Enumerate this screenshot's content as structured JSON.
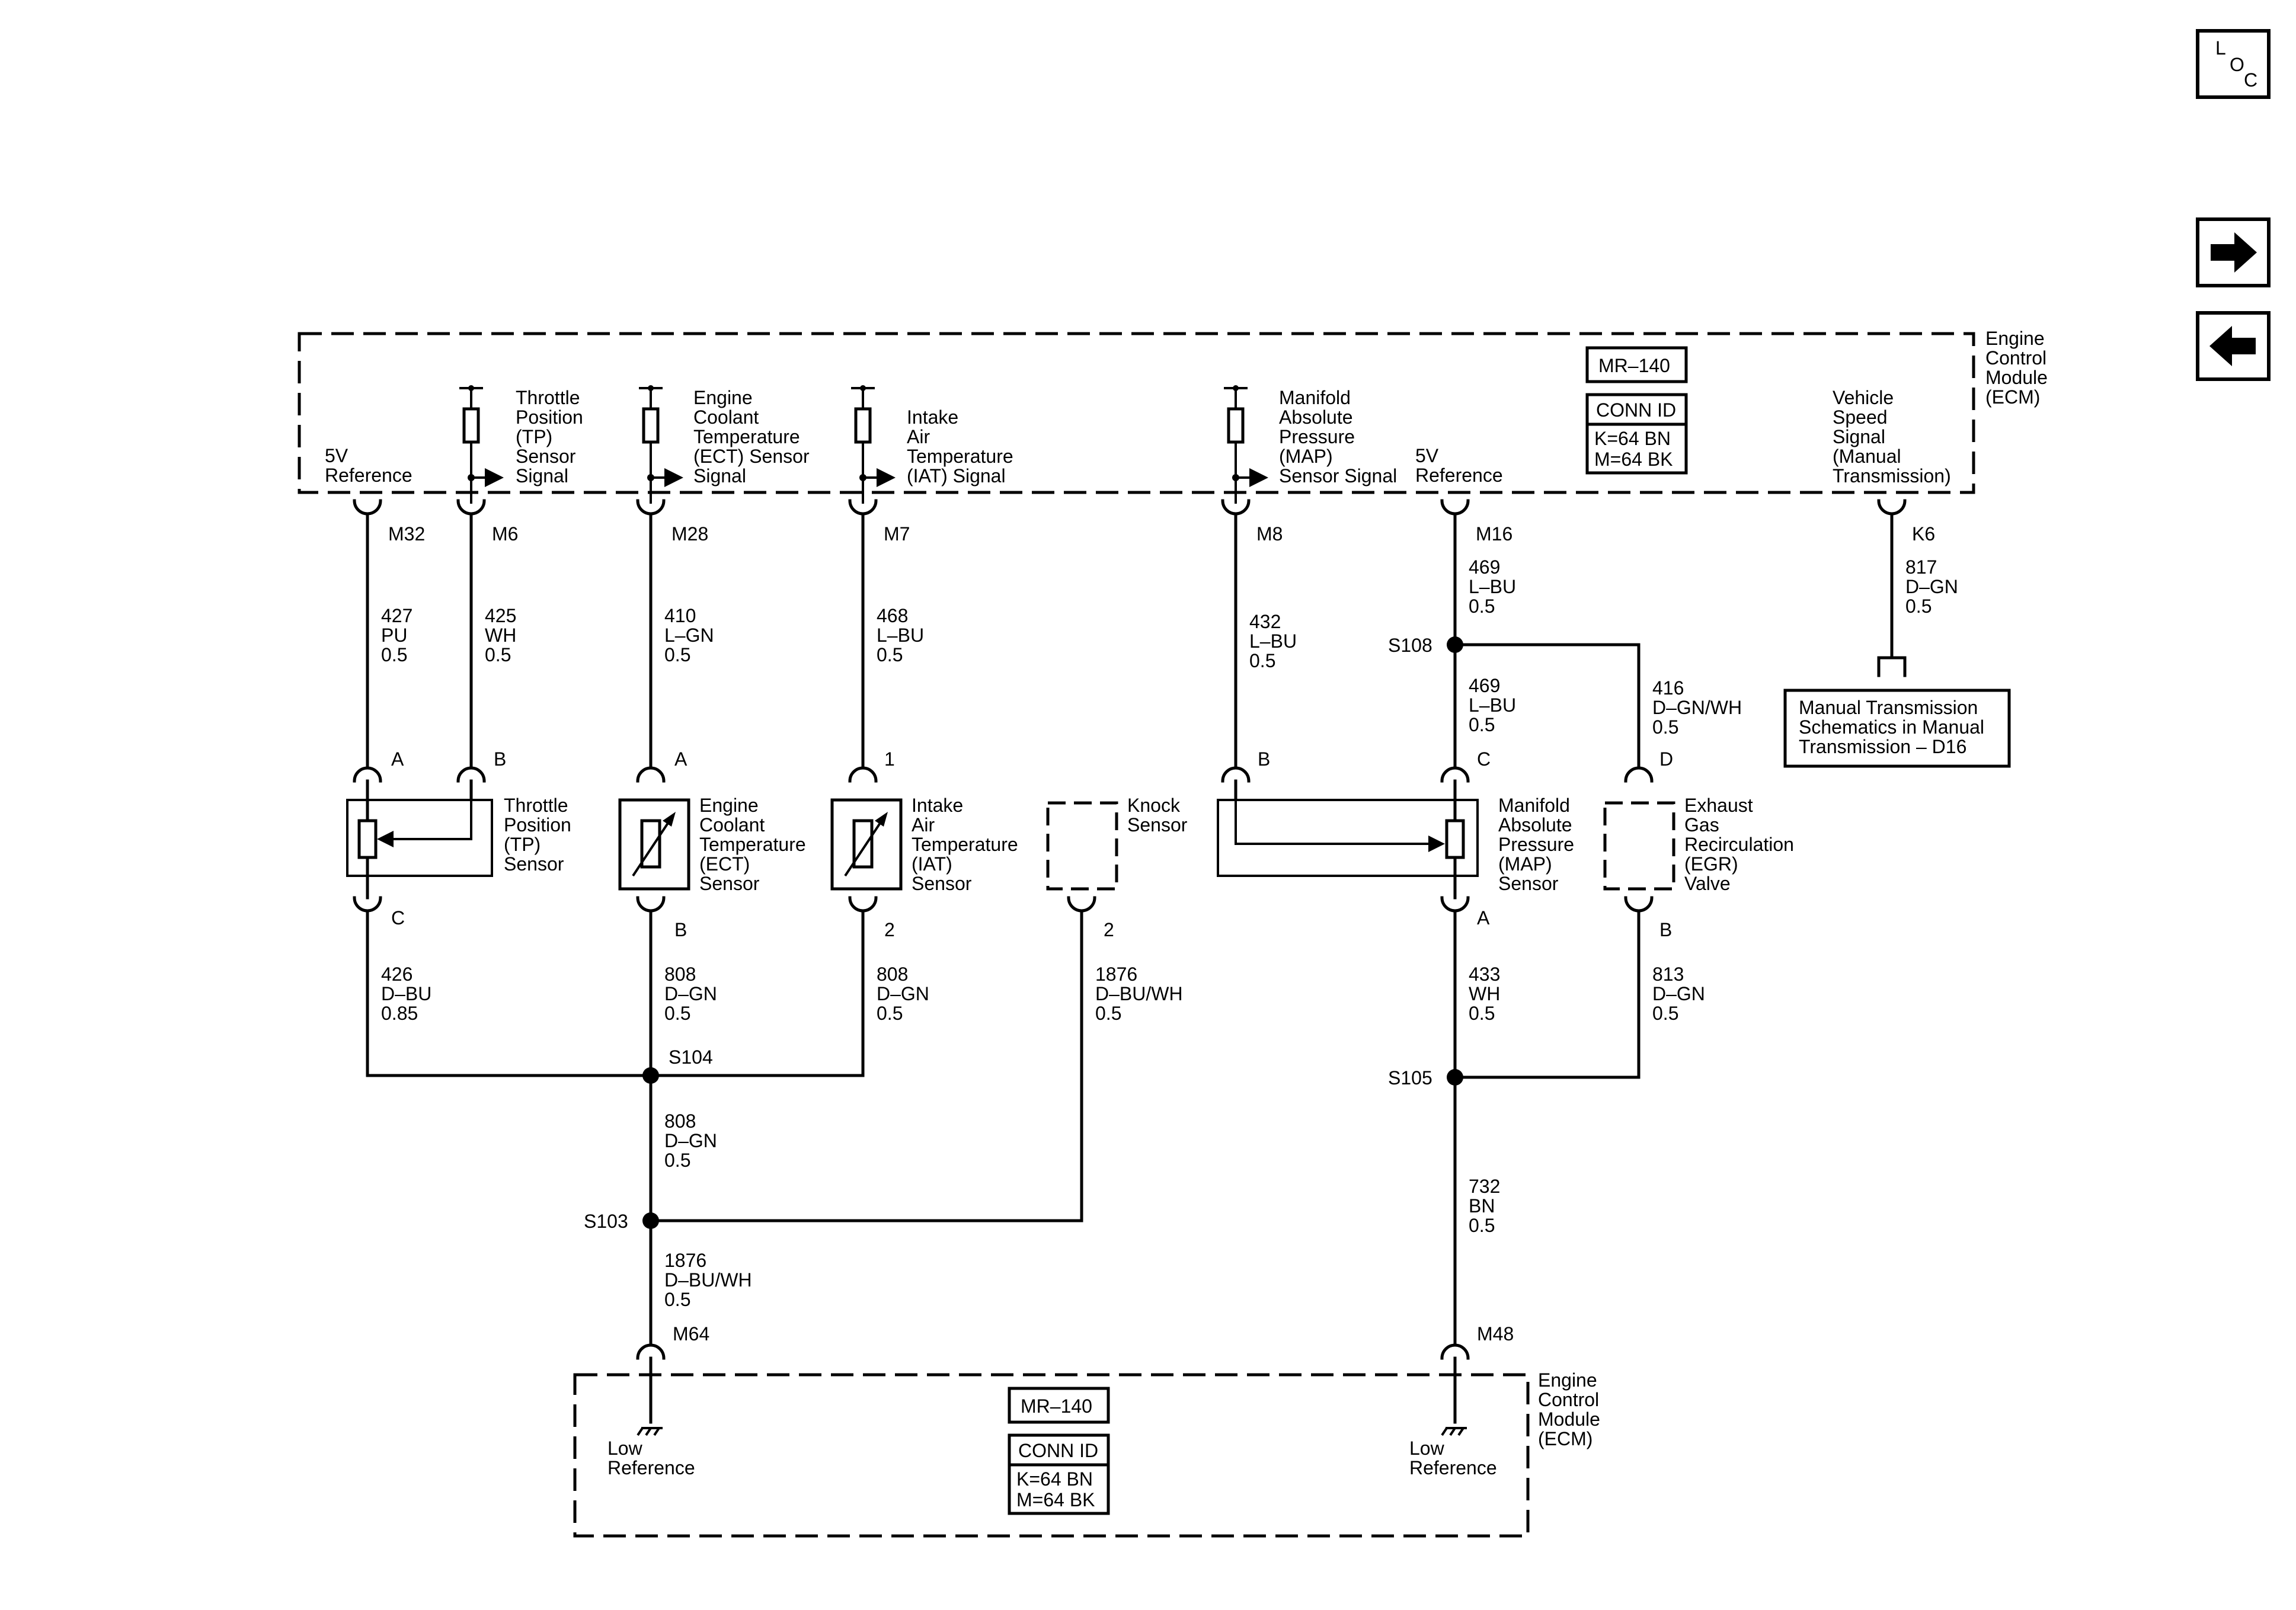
{
  "nav": {
    "loc_l": "L",
    "loc_o": "O",
    "loc_c": "C",
    "forward_icon": "arrow-right-icon",
    "back_icon": "arrow-left-icon"
  },
  "ecm_top": {
    "name": [
      "Engine",
      "Control",
      "Module",
      "(ECM)"
    ],
    "mr_label": "MR–140",
    "conn_id_label": "CONN ID",
    "conn_k": "K=64 BN",
    "conn_m": "M=64 BK",
    "ref5v_left": [
      "5V",
      "Reference"
    ],
    "ref5v_right": [
      "5V",
      "Reference"
    ],
    "tp_signal": [
      "Throttle",
      "Position",
      "(TP)",
      "Sensor",
      "Signal"
    ],
    "ect_signal": [
      "Engine",
      "Coolant",
      "Temperature",
      "(ECT) Sensor",
      "Signal"
    ],
    "iat_signal": [
      "Intake",
      "Air",
      "Temperature",
      "(IAT) Signal"
    ],
    "map_signal": [
      "Manifold",
      "Absolute",
      "Pressure",
      "(MAP)",
      "Sensor Signal"
    ],
    "vss_signal": [
      "Vehicle",
      "Speed",
      "Signal",
      "(Manual",
      "Transmission)"
    ]
  },
  "ecm_bottom": {
    "name": [
      "Engine",
      "Control",
      "Module",
      "(ECM)"
    ],
    "mr_label": "MR–140",
    "conn_id_label": "CONN ID",
    "conn_k": "K=64 BN",
    "conn_m": "M=64 BK",
    "low_ref_left": [
      "Low",
      "Reference"
    ],
    "low_ref_right": [
      "Low",
      "Reference"
    ]
  },
  "pins": {
    "m32": "M32",
    "m6": "M6",
    "m28": "M28",
    "m7": "M7",
    "m8": "M8",
    "m16": "M16",
    "k6": "K6",
    "m64": "M64",
    "m48": "M48",
    "tp_a": "A",
    "tp_b": "B",
    "tp_c": "C",
    "ect_a": "A",
    "ect_b": "B",
    "iat_1": "1",
    "iat_2": "2",
    "ks_2": "2",
    "map_b": "B",
    "map_c": "C",
    "map_a": "A",
    "egr_d": "D",
    "egr_b": "B"
  },
  "wires": {
    "w427": [
      "427",
      "PU",
      "0.5"
    ],
    "w425": [
      "425",
      "WH",
      "0.5"
    ],
    "w410": [
      "410",
      "L–GN",
      "0.5"
    ],
    "w468": [
      "468",
      "L–BU",
      "0.5"
    ],
    "w432": [
      "432",
      "L–BU",
      "0.5"
    ],
    "w469a": [
      "469",
      "L–BU",
      "0.5"
    ],
    "w469b": [
      "469",
      "L–BU",
      "0.5"
    ],
    "w416": [
      "416",
      "D–GN/WH",
      "0.5"
    ],
    "w817": [
      "817",
      "D–GN",
      "0.5"
    ],
    "w426": [
      "426",
      "D–BU",
      "0.85"
    ],
    "w808a": [
      "808",
      "D–GN",
      "0.5"
    ],
    "w808b": [
      "808",
      "D–GN",
      "0.5"
    ],
    "w808c": [
      "808",
      "D–GN",
      "0.5"
    ],
    "w1876a": [
      "1876",
      "D–BU/WH",
      "0.5"
    ],
    "w1876b": [
      "1876",
      "D–BU/WH",
      "0.5"
    ],
    "w433": [
      "433",
      "WH",
      "0.5"
    ],
    "w813": [
      "813",
      "D–GN",
      "0.5"
    ],
    "w732": [
      "732",
      "BN",
      "0.5"
    ]
  },
  "splices": {
    "s108": "S108",
    "s104": "S104",
    "s103": "S103",
    "s105": "S105"
  },
  "components": {
    "tp_sensor": [
      "Throttle",
      "Position",
      "(TP)",
      "Sensor"
    ],
    "ect_sensor": [
      "Engine",
      "Coolant",
      "Temperature",
      "(ECT)",
      "Sensor"
    ],
    "iat_sensor": [
      "Intake",
      "Air",
      "Temperature",
      "(IAT)",
      "Sensor"
    ],
    "knock_sensor": [
      "Knock",
      "Sensor"
    ],
    "map_sensor": [
      "Manifold",
      "Absolute",
      "Pressure",
      "(MAP)",
      "Sensor"
    ],
    "egr_valve": [
      "Exhaust",
      "Gas",
      "Recirculation",
      "(EGR)",
      "Valve"
    ],
    "manual_trans_ref": [
      "Manual Transmission",
      "Schematics in Manual",
      "Transmission – D16"
    ]
  }
}
